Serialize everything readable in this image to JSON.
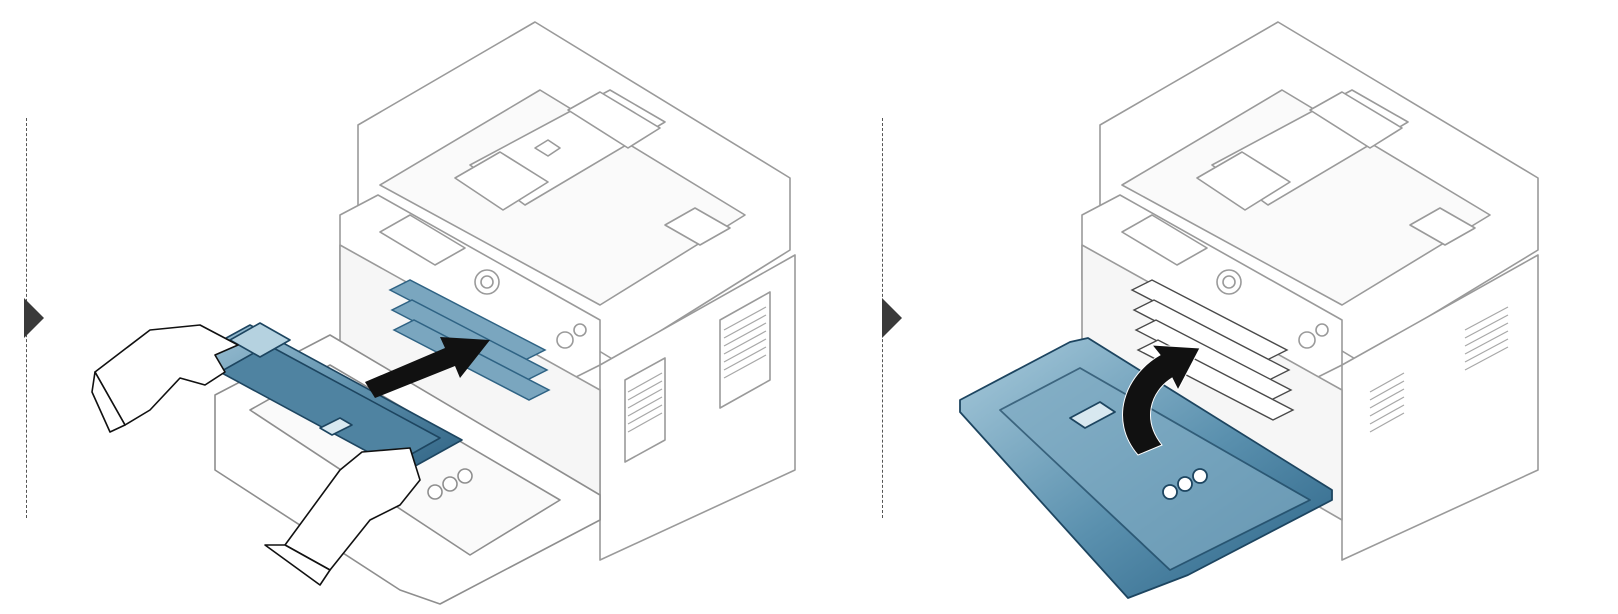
{
  "steps": [
    {
      "action": "insert-toner-cartridge",
      "illustration": [
        "printer",
        "front-door-open",
        "toner-cartridge",
        "hands",
        "insert-arrow"
      ],
      "colors": {
        "outline": "#9a9a9a",
        "cartridge": "#6e9bb5",
        "cartridge_dark": "#3d6f8c",
        "arrow": "#111111"
      }
    },
    {
      "action": "close-front-door",
      "illustration": [
        "printer",
        "front-door",
        "close-arrow"
      ],
      "colors": {
        "outline": "#9a9a9a",
        "door": "#5f95b2",
        "door_dark": "#2f6687",
        "arrow": "#111111"
      }
    }
  ],
  "icons": [
    "step-marker-icon",
    "step-marker-icon"
  ]
}
